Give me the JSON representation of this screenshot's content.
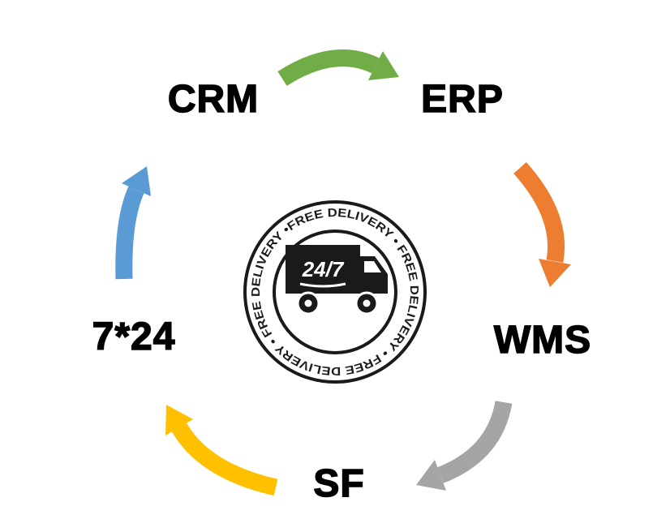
{
  "diagram": {
    "nodes": {
      "crm": {
        "label": "CRM"
      },
      "erp": {
        "label": "ERP"
      },
      "wms": {
        "label": "WMS"
      },
      "sf": {
        "label": "SF"
      },
      "seven_24": {
        "label": "7*24"
      }
    },
    "arrows": {
      "crm_to_erp": {
        "from": "CRM",
        "to": "ERP",
        "color": "#70AD47"
      },
      "erp_to_wms": {
        "from": "ERP",
        "to": "WMS",
        "color": "#ED7D31"
      },
      "wms_to_sf": {
        "from": "WMS",
        "to": "SF",
        "color": "#A5A5A5"
      },
      "sf_to_724": {
        "from": "SF",
        "to": "7*24",
        "color": "#FFC000"
      },
      "724_to_crm": {
        "from": "7*24",
        "to": "CRM",
        "color": "#5B9BD5"
      }
    },
    "badge": {
      "ring_text": "FREE DELIVERY • FREE DELIVERY • FREE DELIVERY • FREE DELIVERY •",
      "truck_label": "24/7",
      "color": "#1a1a1a"
    },
    "background": "#ffffff"
  }
}
